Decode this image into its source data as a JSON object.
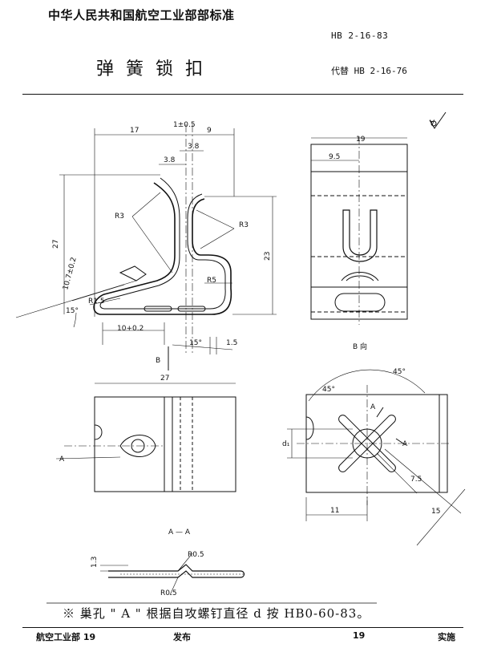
{
  "header": {
    "organization": "中华人民共和国航空工业部部标准",
    "standard_number": "HB 2-16-83",
    "title": "弹 簧 锁 扣",
    "replaces": "代替 HB 2-16-76"
  },
  "drawing": {
    "surface_symbol": "∀",
    "main_view_dims": [
      "17",
      "1±0.5",
      "9",
      "3.8",
      "3.8",
      "27",
      "R3",
      "R3",
      "23",
      "R5",
      "R1.5",
      "10.7±0.2",
      "15°",
      "10+0.2",
      "15°",
      "1.5"
    ],
    "view_b_label": "B",
    "side_view_dims": [
      "19",
      "9.5"
    ],
    "view_b_title": "B 向",
    "bottom_view_dims": [
      "27",
      "A"
    ],
    "view_b_dims": [
      "45°",
      "45°",
      "A",
      "A",
      "d₁",
      "7.5",
      "11",
      "15"
    ],
    "section_label": "A — A",
    "section_dims": [
      "1.3",
      "R0.5",
      "R0.5"
    ]
  },
  "note": "※ 巢孔 \" A \" 根据自攻螺钉直径 d 按 HB0-60-83。",
  "footer": {
    "issuer": "航空工业部 19",
    "issued": "发布",
    "year": "19",
    "effective": "实施"
  }
}
